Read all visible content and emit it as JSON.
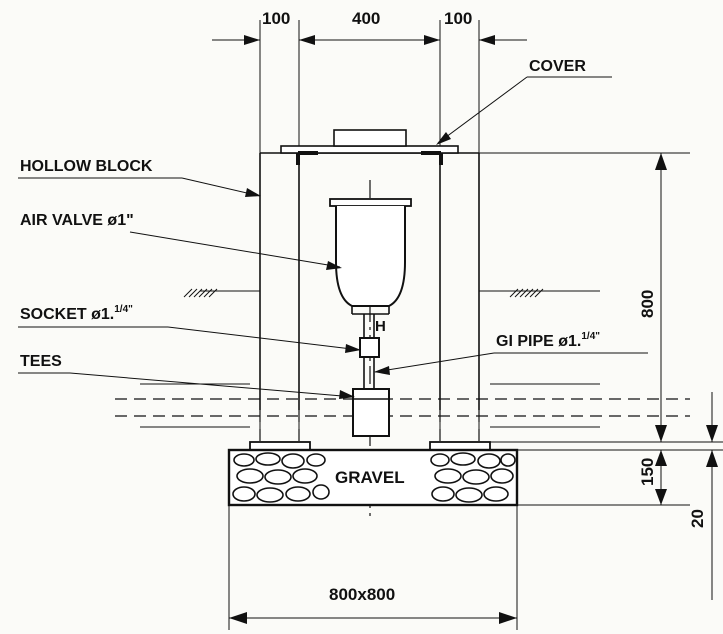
{
  "diagram": {
    "dimensions": {
      "top_left": "100",
      "top_center": "400",
      "top_right": "100",
      "height_main": "800",
      "height_gravel": "150",
      "height_small": "20",
      "base": "800x800"
    },
    "labels": {
      "cover": "COVER",
      "hollow_block": "HOLLOW BLOCK",
      "air_valve": "AIR VALVE ø1\"",
      "socket_main": "SOCKET ø1.",
      "socket_sup": "1/4\"",
      "gi_pipe_main": "GI PIPE ø1.",
      "gi_pipe_sup": "1/4\"",
      "tees": "TEES",
      "gravel": "GRAVEL",
      "valve_mark": "H"
    }
  }
}
